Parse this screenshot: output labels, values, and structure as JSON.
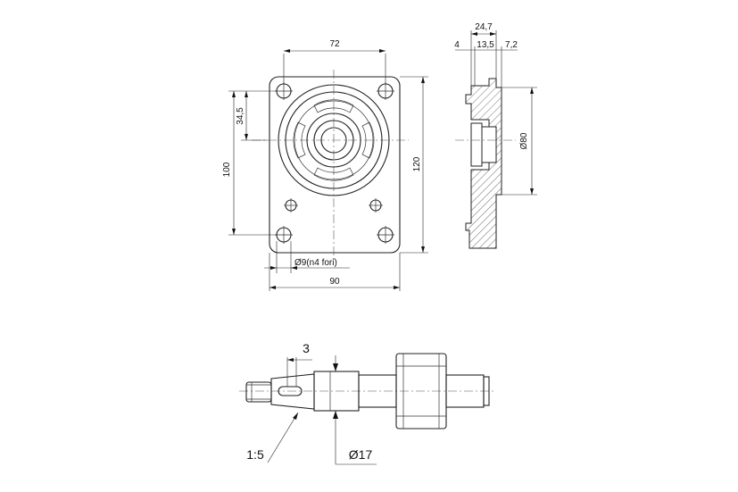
{
  "front_view": {
    "dim_width_holes": "72",
    "dim_height_holes": "100",
    "dim_offset": "34,5",
    "dim_overall_height": "120",
    "dim_overall_width": "90",
    "hole_note": "Ø9(n4 fori)"
  },
  "side_view": {
    "dim_total": "24,7",
    "dim_a": "4",
    "dim_b": "13,5",
    "dim_c": "7,2",
    "dim_diameter": "Ø80"
  },
  "shaft_view": {
    "key_width": "3",
    "taper": "1:5",
    "diameter": "Ø17"
  }
}
